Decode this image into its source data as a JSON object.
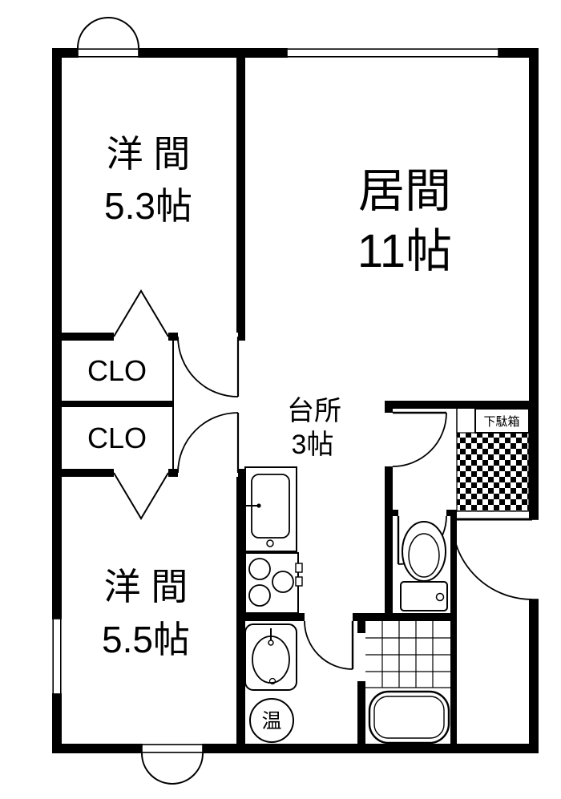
{
  "colors": {
    "wall": "#000000",
    "background": "#ffffff"
  },
  "rooms": {
    "western_room_1": {
      "name": "洋 間",
      "size": "5.3帖"
    },
    "living_room": {
      "name": "居間",
      "size": "11帖"
    },
    "closet_1": {
      "label": "CLO"
    },
    "closet_2": {
      "label": "CLO"
    },
    "kitchen": {
      "name": "台所",
      "size": "3帖"
    },
    "western_room_2": {
      "name": "洋 間",
      "size": "5.5帖"
    }
  },
  "fixtures": {
    "shoe_cabinet_label": "下駄箱",
    "water_heater_label": "温"
  }
}
